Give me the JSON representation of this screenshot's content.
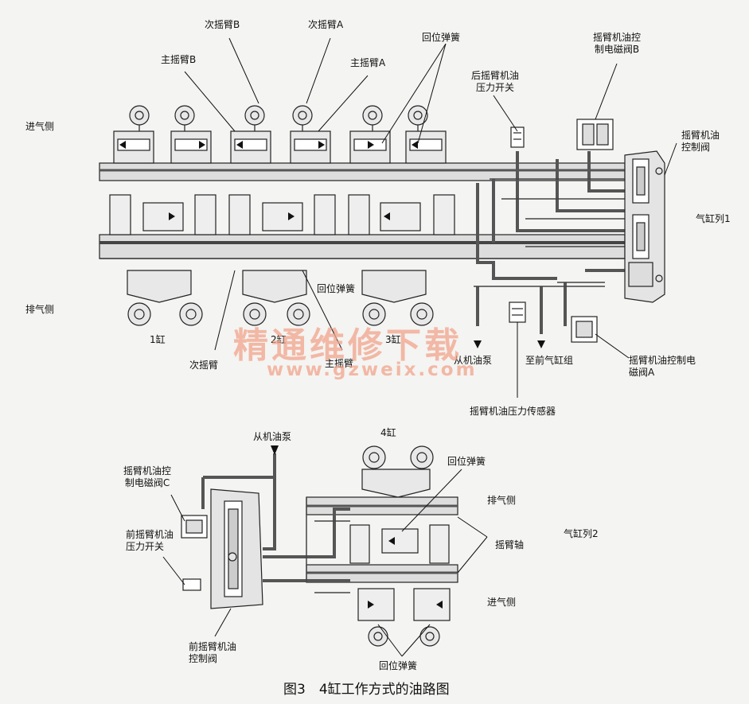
{
  "labels": {
    "sec_rocker_b": "次摇臂B",
    "sec_rocker_a": "次摇臂A",
    "main_rocker_b": "主摇臂B",
    "main_rocker_a": "主摇臂A",
    "return_spring_top": "回位弹簧",
    "rear_pressure_switch": "后摇臂机油\n压力开关",
    "solenoid_b": "摇臂机油控\n制电磁阀B",
    "control_valve_right": "摇臂机油\n控制阀",
    "intake_side_top": "进气侧",
    "bank1": "气缸列1",
    "exhaust_side_top": "排气侧",
    "return_spring_mid": "回位弹簧",
    "cyl1": "1缸",
    "cyl2": "2缸",
    "cyl3": "3缸",
    "secondary_rocker": "次摇臂",
    "main_rocker": "主摇臂",
    "from_pump_top": "从机油泵",
    "to_front_bank": "至前气缸组",
    "solenoid_a": "摇臂机油控制电\n磁阀A",
    "pressure_sensor": "摇臂机油压力传感器",
    "from_pump_bottom": "从机油泵",
    "cyl4": "4缸",
    "solenoid_c": "摇臂机油控\n制电磁阀C",
    "return_spring_b1": "回位弹簧",
    "exhaust_side_bottom": "排气侧",
    "front_pressure_switch": "前摇臂机油\n压力开关",
    "rocker_shaft": "摇臂轴",
    "bank2": "气缸列2",
    "intake_side_bottom": "进气侧",
    "front_control_valve": "前摇臂机油\n控制阀",
    "return_spring_b2": "回位弹簧"
  },
  "watermark": {
    "text_cn": "精通维修下载",
    "text_url": "www.gzweix.com"
  },
  "caption": "图3　4缸工作方式的油路图",
  "colors": {
    "line": "#222222",
    "oil": "#555555",
    "watermark": "#f2a48c"
  }
}
